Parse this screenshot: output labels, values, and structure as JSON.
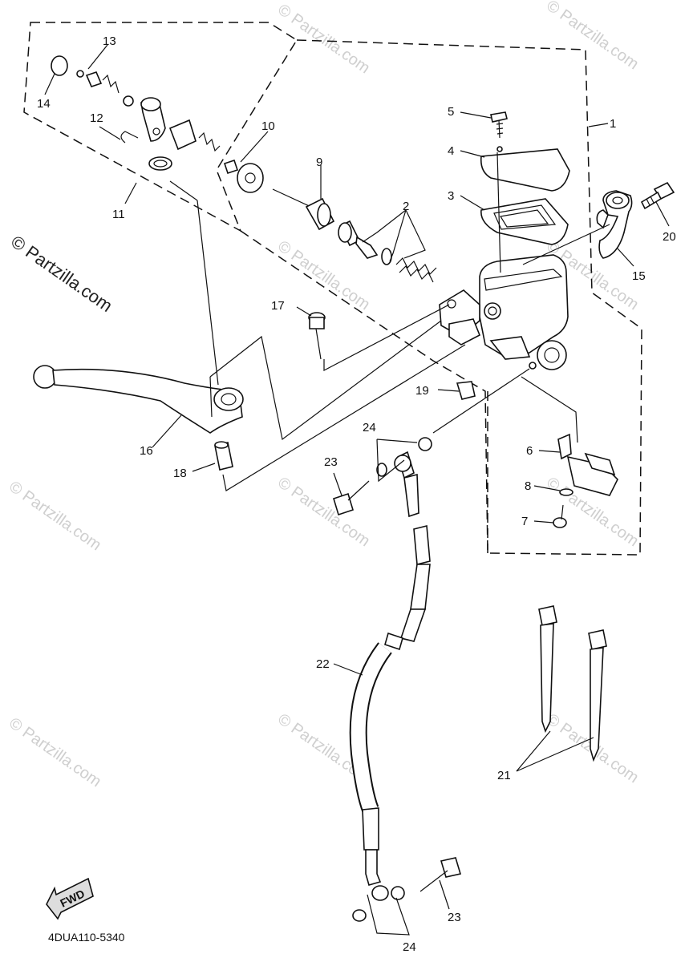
{
  "diagram": {
    "drawing_code": "4DUA110-5340",
    "fwd_label": "FWD",
    "watermark": "© Partzilla.com",
    "callouts": {
      "c1": "1",
      "c2": "2",
      "c3": "3",
      "c4": "4",
      "c5": "5",
      "c6": "6",
      "c7": "7",
      "c8": "8",
      "c9": "9",
      "c10": "10",
      "c11": "11",
      "c12": "12",
      "c13": "13",
      "c14": "14",
      "c15": "15",
      "c16": "16",
      "c17": "17",
      "c18": "18",
      "c19": "19",
      "c20": "20",
      "c21": "21",
      "c22": "22",
      "c23a": "23",
      "c23b": "23",
      "c24a": "24",
      "c24b": "24"
    }
  }
}
